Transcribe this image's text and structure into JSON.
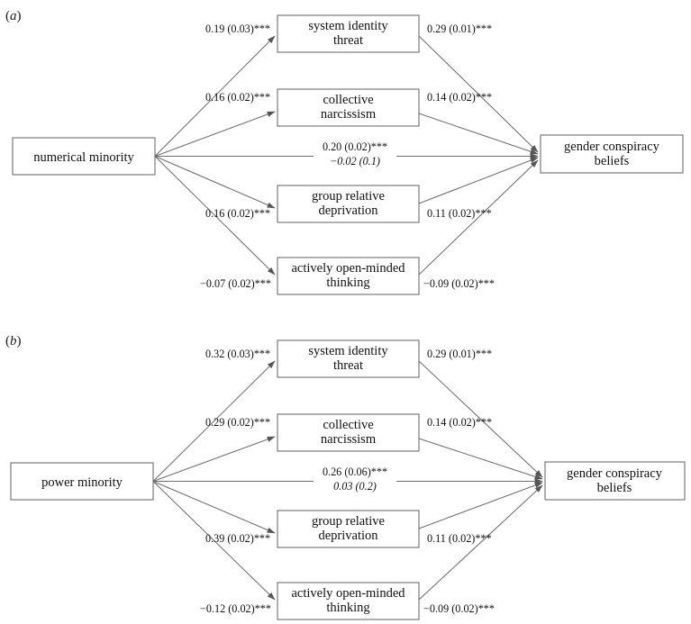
{
  "figure": {
    "type": "path-diagram",
    "panels": [
      {
        "label": "(a)",
        "label_paren_open": "(",
        "label_letter": "a",
        "label_paren_close": ")",
        "predictor": "numerical minority",
        "outcome_line1": "gender conspiracy",
        "outcome_line2": "beliefs",
        "mediators": [
          {
            "line1": "system identity",
            "line2": "threat",
            "a_path": "0.19 (0.03)***",
            "b_path": "0.29 (0.01)***"
          },
          {
            "line1": "collective",
            "line2": "narcissism",
            "a_path": "0.16 (0.02)***",
            "b_path": "0.14 (0.02)***"
          },
          {
            "line1": "group relative",
            "line2": "deprivation",
            "a_path": "0.16 (0.02)***",
            "b_path": "0.11 (0.02)***"
          },
          {
            "line1": "actively open-minded",
            "line2": "thinking",
            "a_path": "−0.07 (0.02)***",
            "b_path": "−0.09 (0.02)***"
          }
        ],
        "direct_total": "0.20 (0.02)***",
        "direct_residual": "−0.02 (0.1)"
      },
      {
        "label": "(b)",
        "label_paren_open": "(",
        "label_letter": "b",
        "label_paren_close": ")",
        "predictor": "power minority",
        "outcome_line1": "gender conspiracy",
        "outcome_line2": "beliefs",
        "mediators": [
          {
            "line1": "system identity",
            "line2": "threat",
            "a_path": "0.32 (0.03)***",
            "b_path": "0.29 (0.01)***"
          },
          {
            "line1": "collective",
            "line2": "narcissism",
            "a_path": "0.29 (0.02)***",
            "b_path": "0.14 (0.02)***"
          },
          {
            "line1": "group relative",
            "line2": "deprivation",
            "a_path": "0.39 (0.02)***",
            "b_path": "0.11 (0.02)***"
          },
          {
            "line1": "actively open-minded",
            "line2": "thinking",
            "a_path": "−0.12 (0.02)***",
            "b_path": "−0.09 (0.02)***"
          }
        ],
        "direct_total": "0.26 (0.06)***",
        "direct_residual": "0.03 (0.2)"
      }
    ],
    "colors": {
      "box_stroke": "#6e6e6e",
      "line": "#6e6e6e",
      "text": "#111111",
      "background": "#ffffff"
    }
  },
  "chart_data": {
    "type": "diagram",
    "title": "",
    "panels": [
      {
        "name": "(a)",
        "predictor": "numerical minority",
        "outcome": "gender conspiracy beliefs",
        "paths": [
          {
            "from": "numerical minority",
            "to": "system identity threat",
            "estimate": 0.19,
            "se": 0.03,
            "sig": "***"
          },
          {
            "from": "system identity threat",
            "to": "gender conspiracy beliefs",
            "estimate": 0.29,
            "se": 0.01,
            "sig": "***"
          },
          {
            "from": "numerical minority",
            "to": "collective narcissism",
            "estimate": 0.16,
            "se": 0.02,
            "sig": "***"
          },
          {
            "from": "collective narcissism",
            "to": "gender conspiracy beliefs",
            "estimate": 0.14,
            "se": 0.02,
            "sig": "***"
          },
          {
            "from": "numerical minority",
            "to": "group relative deprivation",
            "estimate": 0.16,
            "se": 0.02,
            "sig": "***"
          },
          {
            "from": "group relative deprivation",
            "to": "gender conspiracy beliefs",
            "estimate": 0.11,
            "se": 0.02,
            "sig": "***"
          },
          {
            "from": "numerical minority",
            "to": "actively open-minded thinking",
            "estimate": -0.07,
            "se": 0.02,
            "sig": "***"
          },
          {
            "from": "actively open-minded thinking",
            "to": "gender conspiracy beliefs",
            "estimate": -0.09,
            "se": 0.02,
            "sig": "***"
          },
          {
            "from": "numerical minority",
            "to": "gender conspiracy beliefs",
            "estimate": 0.2,
            "se": 0.02,
            "sig": "***",
            "kind": "total"
          },
          {
            "from": "numerical minority",
            "to": "gender conspiracy beliefs",
            "estimate": -0.02,
            "se": 0.1,
            "sig": "",
            "kind": "direct"
          }
        ]
      },
      {
        "name": "(b)",
        "predictor": "power minority",
        "outcome": "gender conspiracy beliefs",
        "paths": [
          {
            "from": "power minority",
            "to": "system identity threat",
            "estimate": 0.32,
            "se": 0.03,
            "sig": "***"
          },
          {
            "from": "system identity threat",
            "to": "gender conspiracy beliefs",
            "estimate": 0.29,
            "se": 0.01,
            "sig": "***"
          },
          {
            "from": "power minority",
            "to": "collective narcissism",
            "estimate": 0.29,
            "se": 0.02,
            "sig": "***"
          },
          {
            "from": "collective narcissism",
            "to": "gender conspiracy beliefs",
            "estimate": 0.14,
            "se": 0.02,
            "sig": "***"
          },
          {
            "from": "power minority",
            "to": "group relative deprivation",
            "estimate": 0.39,
            "se": 0.02,
            "sig": "***"
          },
          {
            "from": "group relative deprivation",
            "to": "gender conspiracy beliefs",
            "estimate": 0.11,
            "se": 0.02,
            "sig": "***"
          },
          {
            "from": "power minority",
            "to": "actively open-minded thinking",
            "estimate": -0.12,
            "se": 0.02,
            "sig": "***"
          },
          {
            "from": "actively open-minded thinking",
            "to": "gender conspiracy beliefs",
            "estimate": -0.09,
            "se": 0.02,
            "sig": "***"
          },
          {
            "from": "power minority",
            "to": "gender conspiracy beliefs",
            "estimate": 0.26,
            "se": 0.06,
            "sig": "***",
            "kind": "total"
          },
          {
            "from": "power minority",
            "to": "gender conspiracy beliefs",
            "estimate": 0.03,
            "se": 0.2,
            "sig": "",
            "kind": "direct"
          }
        ]
      }
    ]
  }
}
